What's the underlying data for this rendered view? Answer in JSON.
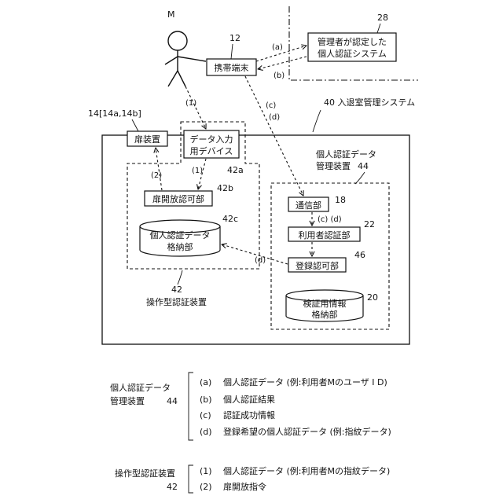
{
  "person_label": "M",
  "ref_12": "12",
  "mobile_terminal": "携帯端末",
  "ref_28": "28",
  "admin_system": [
    "管理者が認定した",
    "個人認証システム"
  ],
  "ref_14": "14[14a,14b]",
  "ref_40_system": "40 入退室管理システム",
  "door": "扉装置",
  "data_input_device": [
    "データ入力",
    "用デバイス"
  ],
  "ref_42a": "42a",
  "pdm_device": [
    "個人認証データ",
    "管理装置"
  ],
  "ref_44": "44",
  "door_permit": "扉開放認可部",
  "ref_42b": "42b",
  "communication": "通信部",
  "ref_18": "18",
  "storage": [
    "個人認証データ",
    "格納部"
  ],
  "ref_42c": "42c",
  "user_auth": "利用者認証部",
  "ref_22": "22",
  "registration": "登録認可部",
  "ref_46": "46",
  "verification": [
    "検証用情報",
    "格納部"
  ],
  "ref_20": "20",
  "ref_42": "42",
  "op_device": "操作型認証装置",
  "edge_labels": {
    "a": "(a)",
    "b": "(b)",
    "c": "(c)",
    "d": "(d)",
    "one": "(1)",
    "two": "(2)",
    "cd": "(c) (d)"
  },
  "legend_top": {
    "title": [
      "個人認証データ",
      "管理装置"
    ],
    "ref": "44",
    "items": [
      {
        "key": "(a)",
        "text": "個人認証データ (例:利用者Mのユーザ I D)"
      },
      {
        "key": "(b)",
        "text": "個人認証結果"
      },
      {
        "key": "(c)",
        "text": "認証成功情報"
      },
      {
        "key": "(d)",
        "text": "登録希望の個人認証データ (例:指紋データ)"
      }
    ]
  },
  "legend_bottom": {
    "title": "操作型認証装置",
    "ref": "42",
    "items": [
      {
        "key": "(1)",
        "text": "個人認証データ (例:利用者Mの指紋データ)"
      },
      {
        "key": "(2)",
        "text": "扉開放指令"
      }
    ]
  }
}
